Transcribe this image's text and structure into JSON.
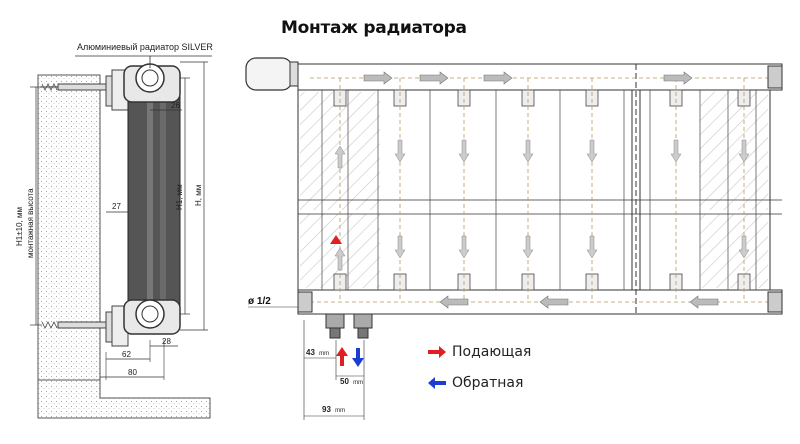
{
  "title": "Монтаж радиатора",
  "side_view": {
    "radiator_label": "Алюминиевый радиатор SILVER",
    "dim_26": "26",
    "dim_27": "27",
    "dim_h1": "H1, мм",
    "dim_h": "H, мм",
    "dim_h1_pm": "H1±10, мм",
    "dim_mount_height": "монтажная высота",
    "dim_62": "62",
    "dim_28": "28",
    "dim_80": "80"
  },
  "front_view": {
    "pipe_diameter": "ø 1/2",
    "dim_43": "43",
    "dim_50": "50",
    "dim_93": "93",
    "unit_mm": "mm"
  },
  "legend": {
    "supply": {
      "label": "Подающая",
      "color": "#e02020"
    },
    "return": {
      "label": "Обратная",
      "color": "#1a3fd0"
    }
  }
}
